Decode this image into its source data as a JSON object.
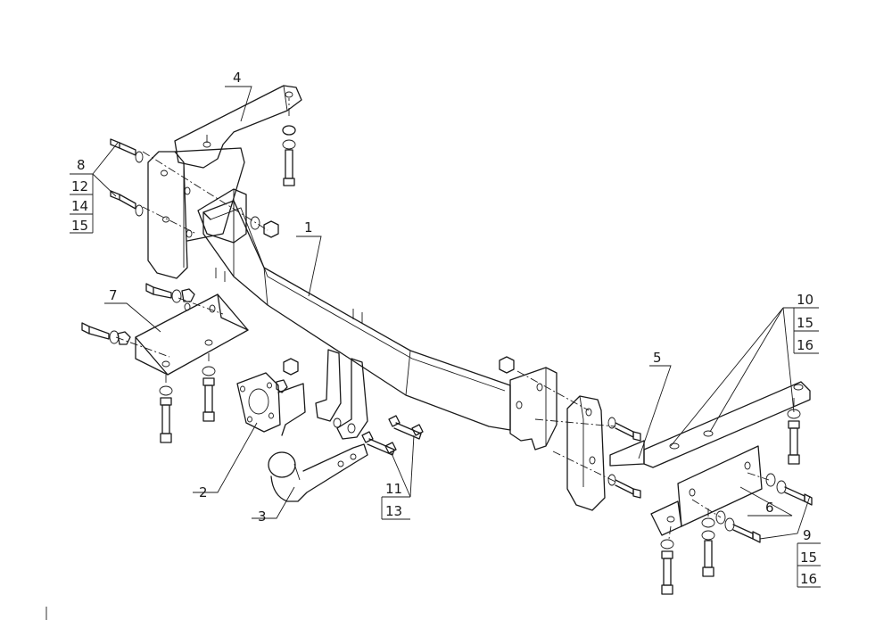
{
  "callouts": {
    "p1": "1",
    "p2": "2",
    "p3": "3",
    "p4": "4",
    "p5": "5",
    "p6": "6",
    "p7": "7",
    "left_stack": [
      "8",
      "12",
      "14",
      "15"
    ],
    "right_top_stack": [
      "10",
      "15",
      "16"
    ],
    "mid_stack": [
      "11",
      "13"
    ],
    "right_bottom_stack": [
      "9",
      "15",
      "16"
    ]
  }
}
